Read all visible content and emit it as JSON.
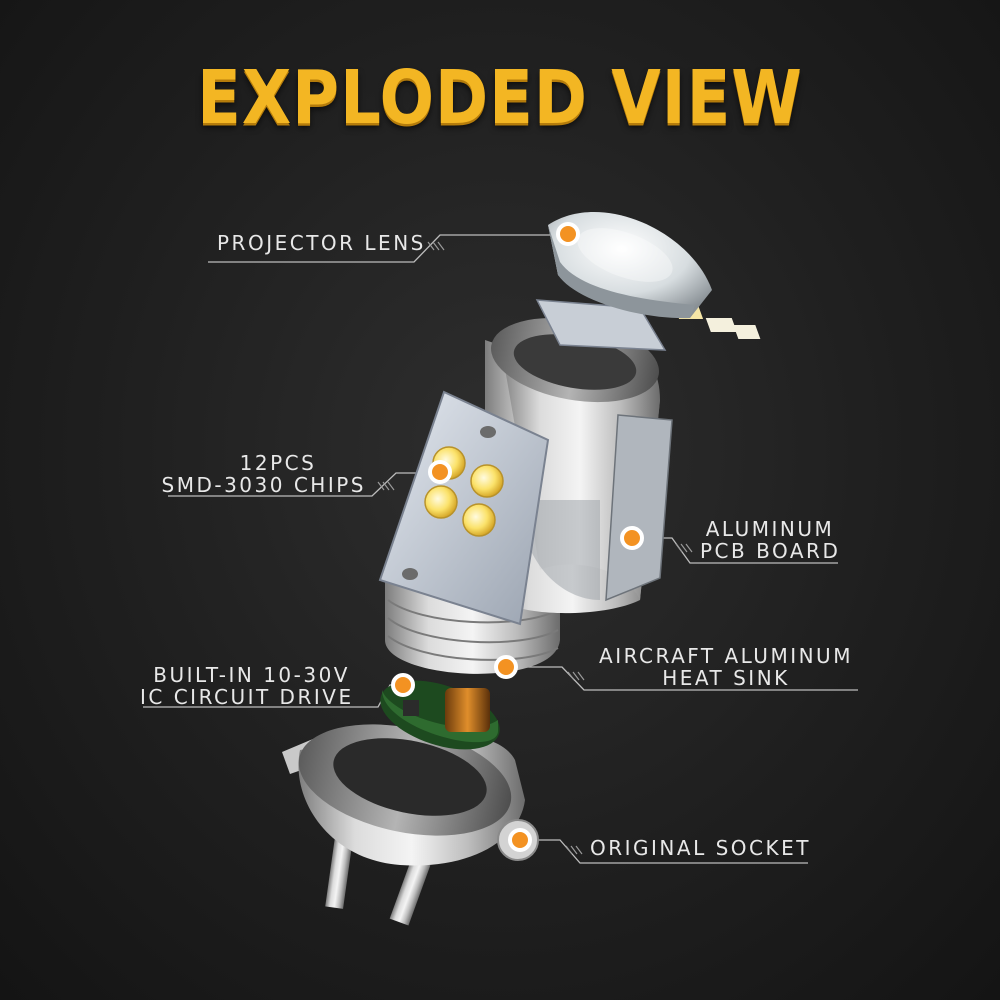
{
  "title": "EXPLODED VIEW",
  "accent_color": "#f39222",
  "title_color": "#f3b623",
  "labels": {
    "projector_lens": "PROJECTOR LENS",
    "chips_line1": "12PCS",
    "chips_line2": "SMD-3030 CHIPS",
    "pcb_line1": "ALUMINUM",
    "pcb_line2": "PCB BOARD",
    "heatsink_line1": "AIRCRAFT ALUMINUM",
    "heatsink_line2": "HEAT SINK",
    "driver_line1": "BUILT-IN 10-30V",
    "driver_line2": "IC CIRCUIT DRIVE",
    "socket": "ORIGINAL SOCKET"
  }
}
